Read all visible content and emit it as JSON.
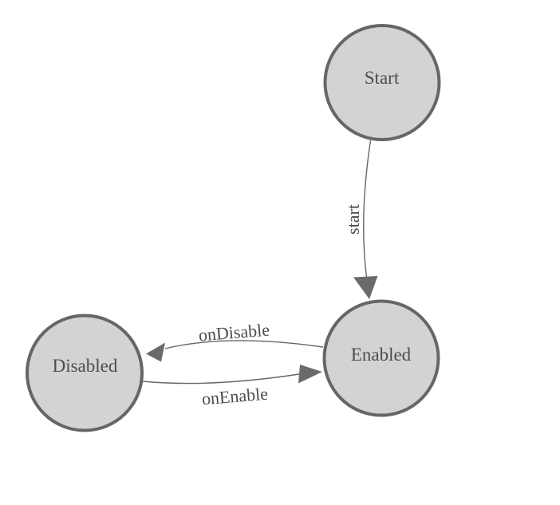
{
  "diagram": {
    "type": "state-machine",
    "nodes": [
      {
        "id": "start",
        "label": "Start"
      },
      {
        "id": "enabled",
        "label": "Enabled"
      },
      {
        "id": "disabled",
        "label": "Disabled"
      }
    ],
    "edges": [
      {
        "id": "start-transition",
        "from": "Start",
        "to": "Enabled",
        "label": "start"
      },
      {
        "id": "on-disable",
        "from": "Enabled",
        "to": "Disabled",
        "label": "onDisable"
      },
      {
        "id": "on-enable",
        "from": "Disabled",
        "to": "Enabled",
        "label": "onEnable"
      }
    ],
    "colors": {
      "background": "#ffffff",
      "node_fill": "#d3d3d3",
      "node_stroke": "#666666",
      "edge_stroke": "#666666",
      "arrow_fill": "#6a6a6a",
      "text": "#4d4d4d"
    }
  }
}
